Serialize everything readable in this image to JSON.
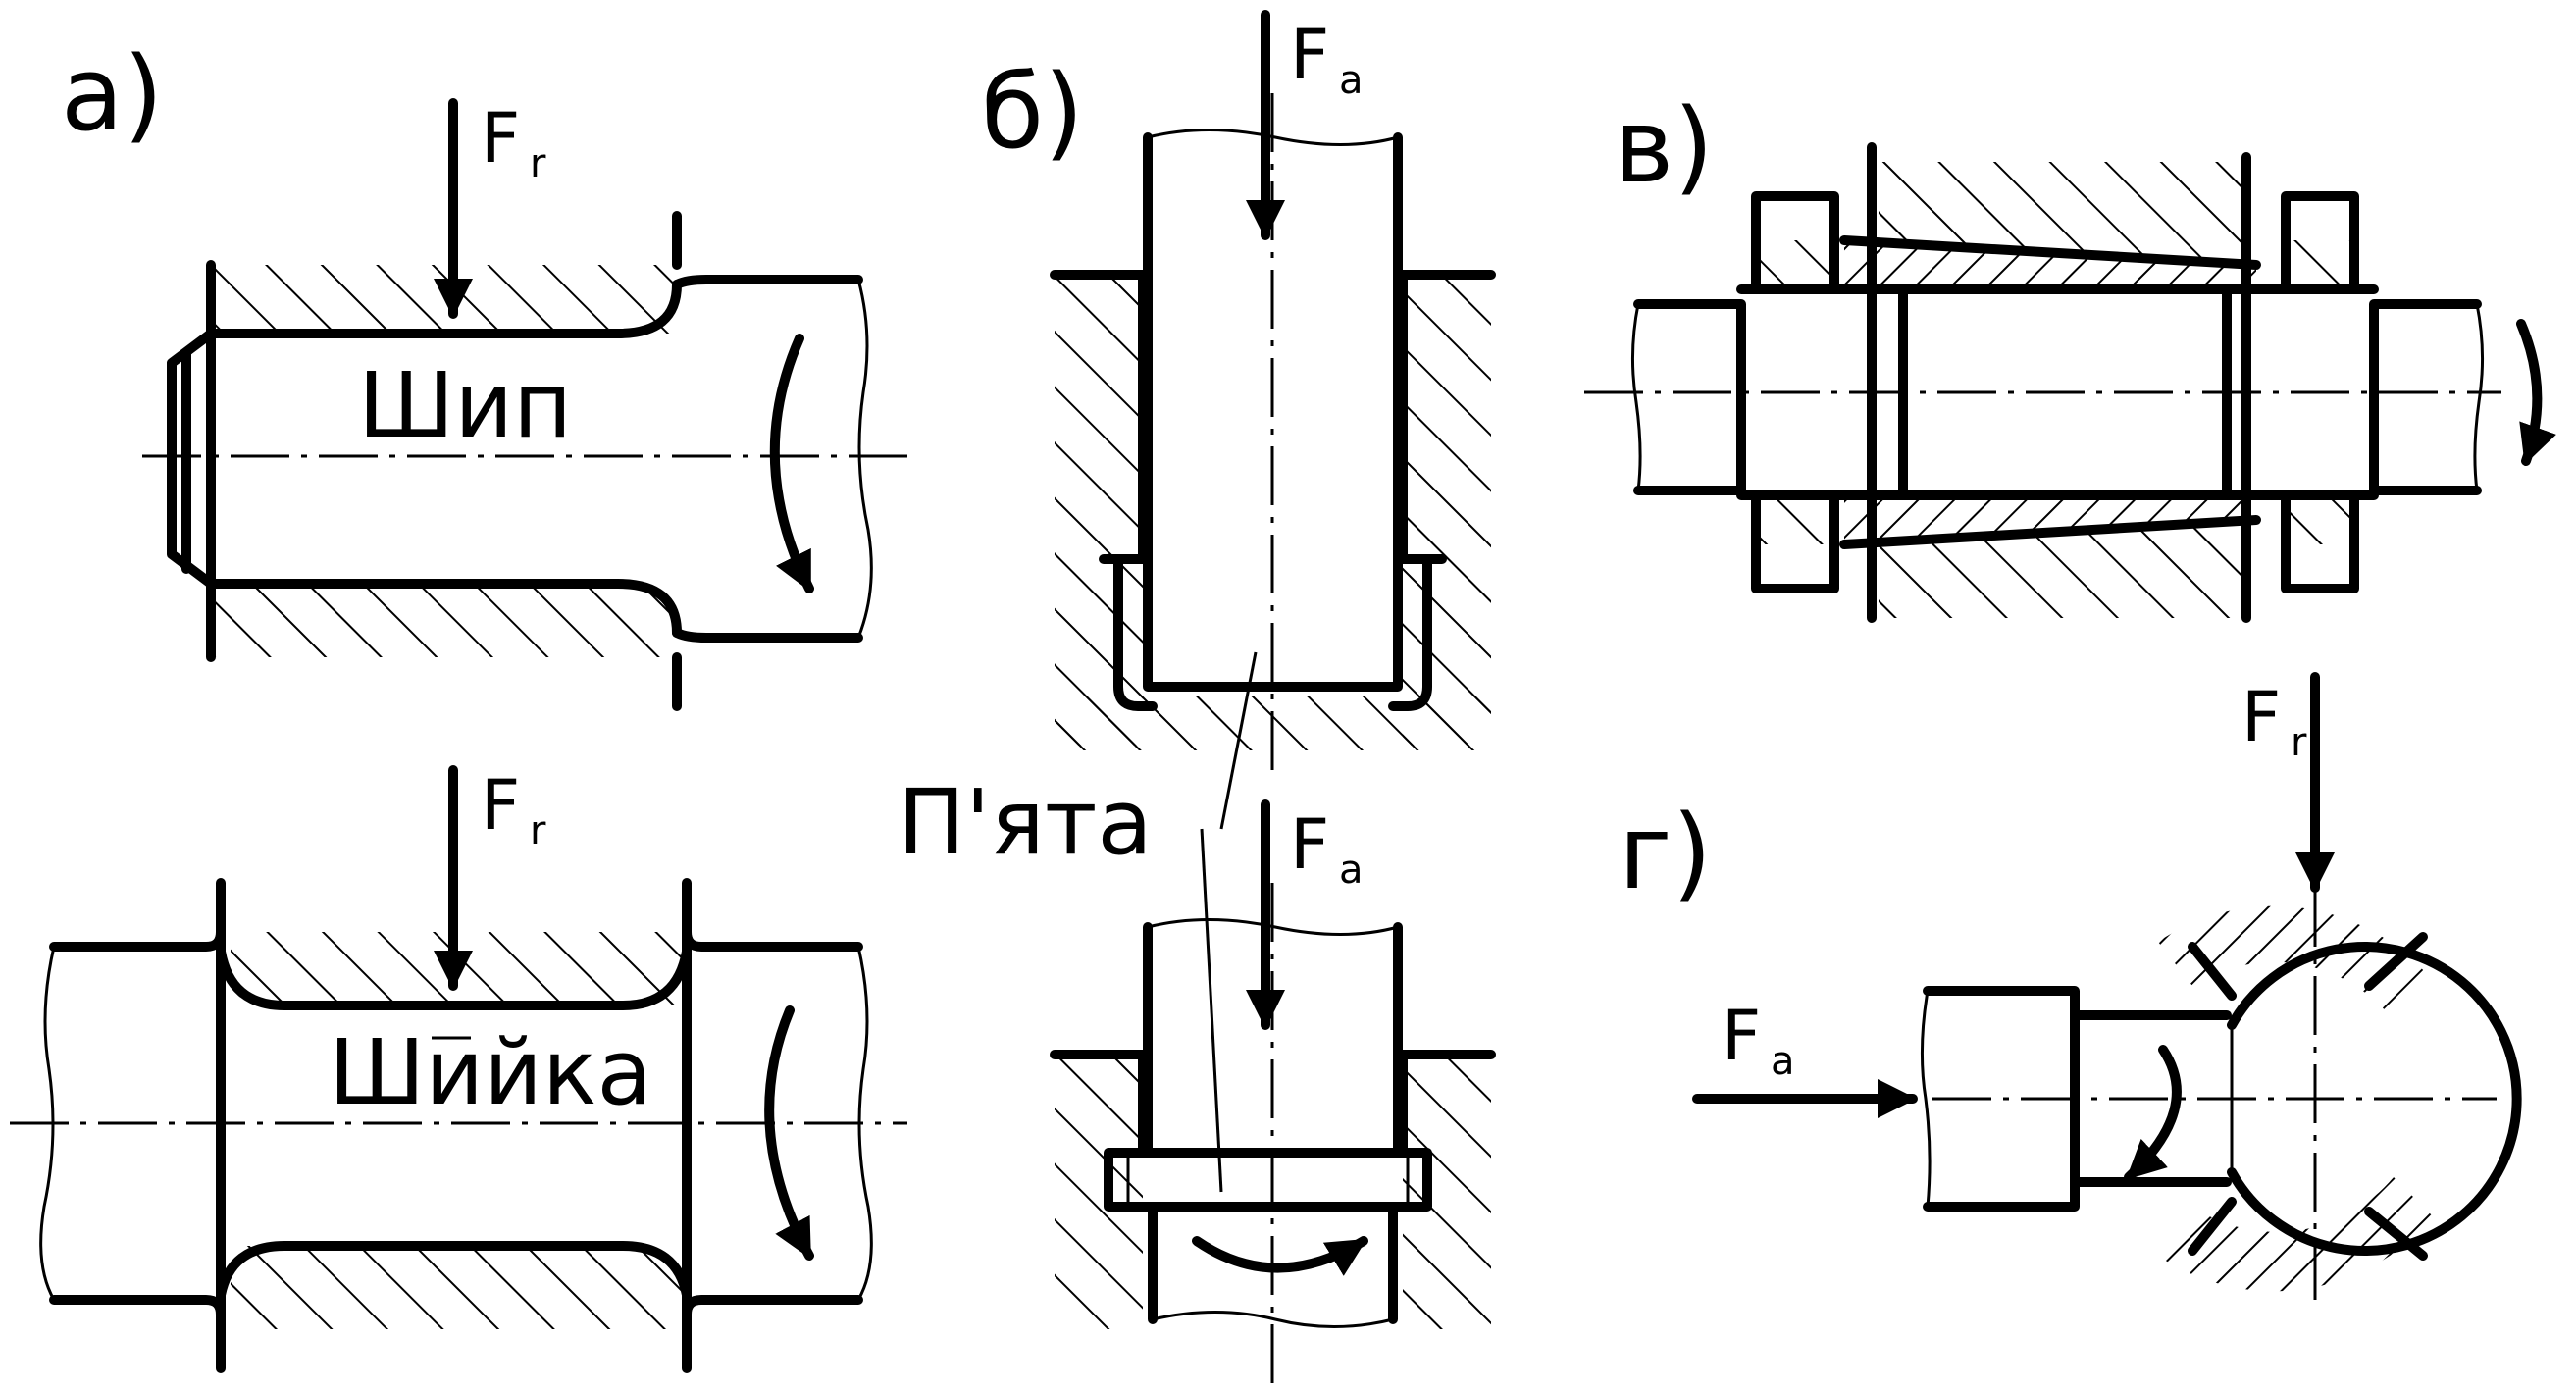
{
  "panels": {
    "a": {
      "label": "а)",
      "top_word": "Шип",
      "bottom_word": "Шийка",
      "force_radial": "F",
      "force_radial_sub": "r"
    },
    "b": {
      "label": "б)",
      "word": "П'ята",
      "force_axial": "F",
      "force_axial_sub": "a"
    },
    "v": {
      "label": "в)"
    },
    "g": {
      "label": "г)",
      "force_radial": "F",
      "force_radial_sub": "r",
      "force_axial": "F",
      "force_axial_sub": "a"
    }
  },
  "colors": {
    "ink": "#000000",
    "paper": "#ffffff"
  }
}
